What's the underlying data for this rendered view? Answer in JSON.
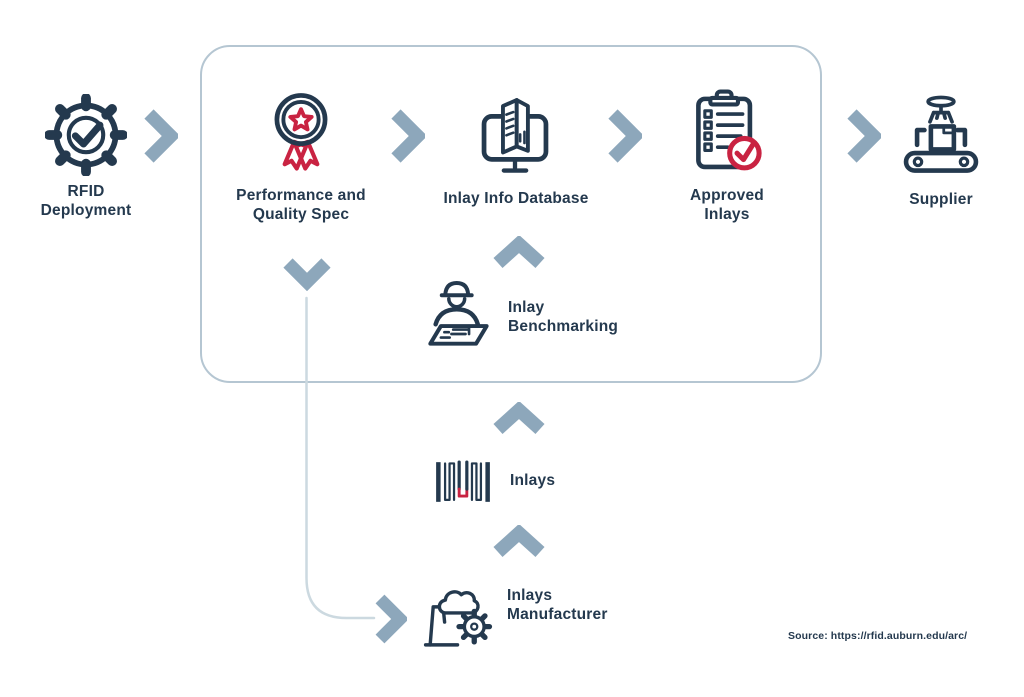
{
  "theme": {
    "navy": "#24394e",
    "slate": "#8da7bb",
    "red": "#c92342",
    "box_border": "#b5c6d2",
    "connector": "#ccd9e0",
    "background": "#ffffff"
  },
  "diagram": {
    "nodes": {
      "rfid_deployment": {
        "label": "RFID\nDeployment",
        "icon": "gear-check-icon"
      },
      "performance_quality": {
        "label": "Performance and\nQuality Spec",
        "icon": "award-ribbon-icon"
      },
      "inlay_info_database": {
        "label": "Inlay Info Database",
        "icon": "database-monitor-icon"
      },
      "approved_inlays": {
        "label": "Approved\nInlays",
        "icon": "clipboard-check-icon"
      },
      "supplier": {
        "label": "Supplier",
        "icon": "conveyor-gripper-icon"
      },
      "inlay_benchmarking": {
        "label": "Inlay\nBenchmarking",
        "icon": "engineer-blueprint-icon"
      },
      "inlays": {
        "label": "Inlays",
        "icon": "rfid-inlay-icon"
      },
      "inlays_manufacturer": {
        "label": "Inlays\nManufacturer",
        "icon": "factory-gear-icon"
      }
    },
    "arrows": [
      {
        "name": "arrow-rfid-to-spec",
        "type": "chevron-right"
      },
      {
        "name": "arrow-spec-to-database",
        "type": "chevron-right"
      },
      {
        "name": "arrow-database-to-approved",
        "type": "chevron-right"
      },
      {
        "name": "arrow-approved-to-supplier",
        "type": "chevron-right"
      },
      {
        "name": "arrow-spec-down",
        "type": "chevron-down"
      },
      {
        "name": "arrow-connector-to-manufacturer",
        "type": "chevron-right"
      },
      {
        "name": "arrow-manufacturer-to-inlays",
        "type": "chevron-up"
      },
      {
        "name": "arrow-inlays-to-benchmarking",
        "type": "chevron-up"
      },
      {
        "name": "arrow-benchmarking-to-database",
        "type": "chevron-up"
      }
    ],
    "source": "Source: https://rfid.auburn.edu/arc/"
  }
}
